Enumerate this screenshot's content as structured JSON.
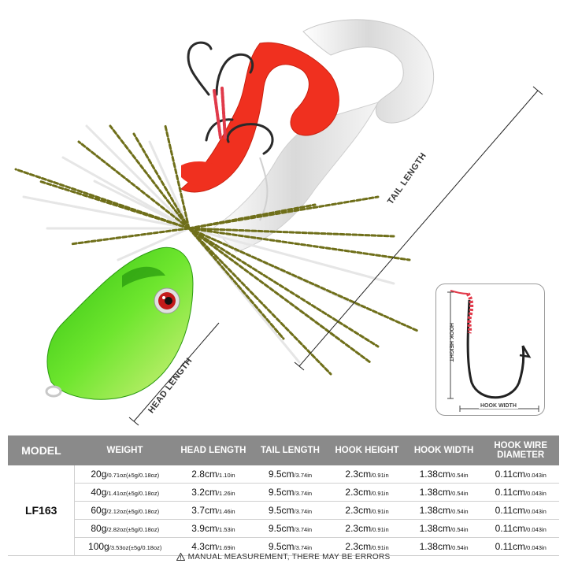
{
  "dimension_labels": {
    "tail": "TAIL LENGTH",
    "head": "HEAD LENGTH",
    "hook_height": "HOOK HEIGHT",
    "hook_width": "HOOK WIDTH"
  },
  "table": {
    "headers": {
      "model": "MODEL",
      "weight": "WEIGHT",
      "head": "HEAD LENGTH",
      "tail": "TAIL LENGTH",
      "hook_height": "HOOK HEIGHT",
      "hook_width": "HOOK WIDTH",
      "wire_line1": "HOOK WIRE",
      "wire_line2": "DIAMETER"
    },
    "model": "LF163",
    "rows": [
      {
        "w_main": "20g",
        "w_sub": "/0.71oz(±5g/0.18oz)",
        "head_main": "2.8cm",
        "head_sub": "/1.10in",
        "tail_main": "9.5cm",
        "tail_sub": "/3.74in",
        "hh_main": "2.3cm",
        "hh_sub": "/0.91in",
        "hw_main": "1.38cm",
        "hw_sub": "/0.54in",
        "wd_main": "0.11cm",
        "wd_sub": "/0.043in"
      },
      {
        "w_main": "40g",
        "w_sub": "/1.41oz(±5g/0.18oz)",
        "head_main": "3.2cm",
        "head_sub": "/1.26in",
        "tail_main": "9.5cm",
        "tail_sub": "/3.74in",
        "hh_main": "2.3cm",
        "hh_sub": "/0.91in",
        "hw_main": "1.38cm",
        "hw_sub": "/0.54in",
        "wd_main": "0.11cm",
        "wd_sub": "/0.043in"
      },
      {
        "w_main": "60g",
        "w_sub": "/2.12oz(±5g/0.18oz)",
        "head_main": "3.7cm",
        "head_sub": "/1.46in",
        "tail_main": "9.5cm",
        "tail_sub": "/3.74in",
        "hh_main": "2.3cm",
        "hh_sub": "/0.91in",
        "hw_main": "1.38cm",
        "hw_sub": "/0.54in",
        "wd_main": "0.11cm",
        "wd_sub": "/0.043in"
      },
      {
        "w_main": "80g",
        "w_sub": "/2.82oz(±5g/0.18oz)",
        "head_main": "3.9cm",
        "head_sub": "/1.53in",
        "tail_main": "9.5cm",
        "tail_sub": "/3.74in",
        "hh_main": "2.3cm",
        "hh_sub": "/0.91in",
        "hw_main": "1.38cm",
        "hw_sub": "/0.54in",
        "wd_main": "0.11cm",
        "wd_sub": "/0.043in"
      },
      {
        "w_main": "100g",
        "w_sub": "/3.53oz(±5g/0.18oz)",
        "head_main": "4.3cm",
        "head_sub": "/1.69in",
        "tail_main": "9.5cm",
        "tail_sub": "/3.74in",
        "hh_main": "2.3cm",
        "hh_sub": "/0.91in",
        "hw_main": "1.38cm",
        "hw_sub": "/0.54in",
        "wd_main": "0.11cm",
        "wd_sub": "/0.043in"
      }
    ]
  },
  "footer": {
    "text": "MANUAL MEASUREMENT, THERE MAY BE ERRORS",
    "icon": "warning-icon"
  },
  "colors": {
    "head_green": "#3fcf1c",
    "tail_red": "#f0301f",
    "tail_white": "#e8e8e8",
    "skirt_olive": "#7a7a1e",
    "header_gray": "#8a8a8a"
  }
}
